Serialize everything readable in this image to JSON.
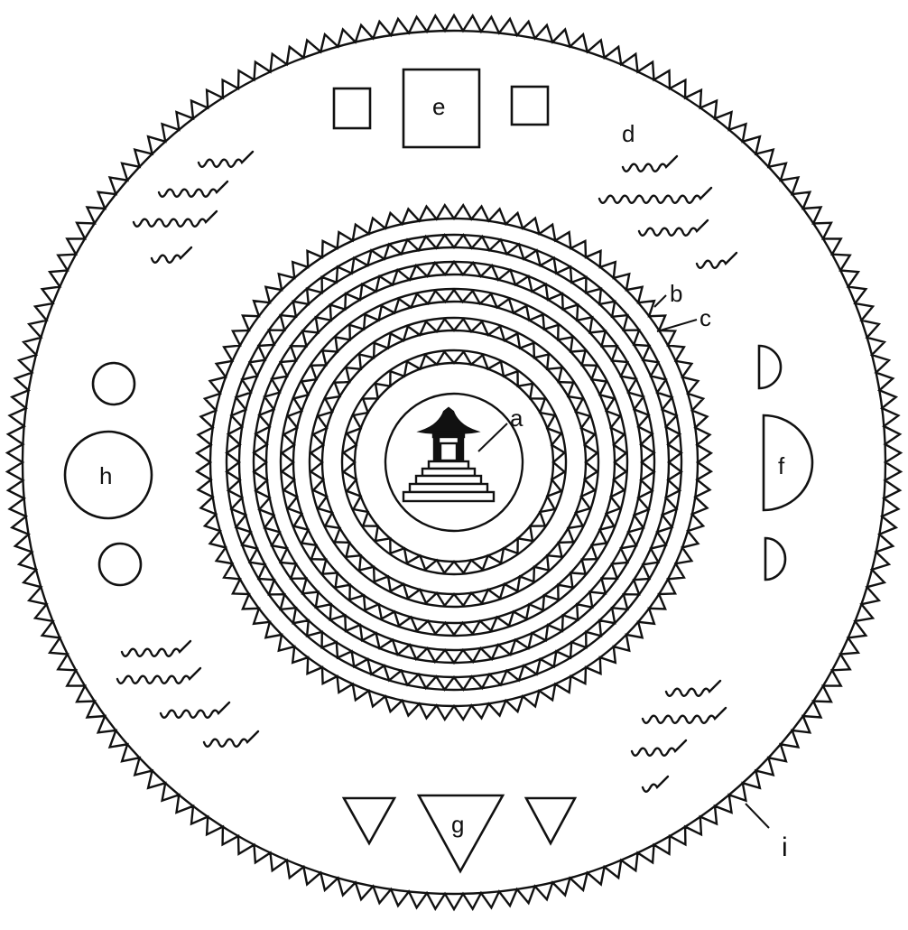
{
  "diagram": {
    "labels": {
      "a": "a",
      "b": "b",
      "c": "c",
      "d": "d",
      "e": "e",
      "f": "f",
      "g": "g",
      "h": "h",
      "i": "i"
    },
    "colors": {
      "ink": "#111111",
      "paper": "#ffffff"
    },
    "icons": {
      "center": "pagoda-shrine-icon",
      "water": "water-wave-icon"
    }
  }
}
